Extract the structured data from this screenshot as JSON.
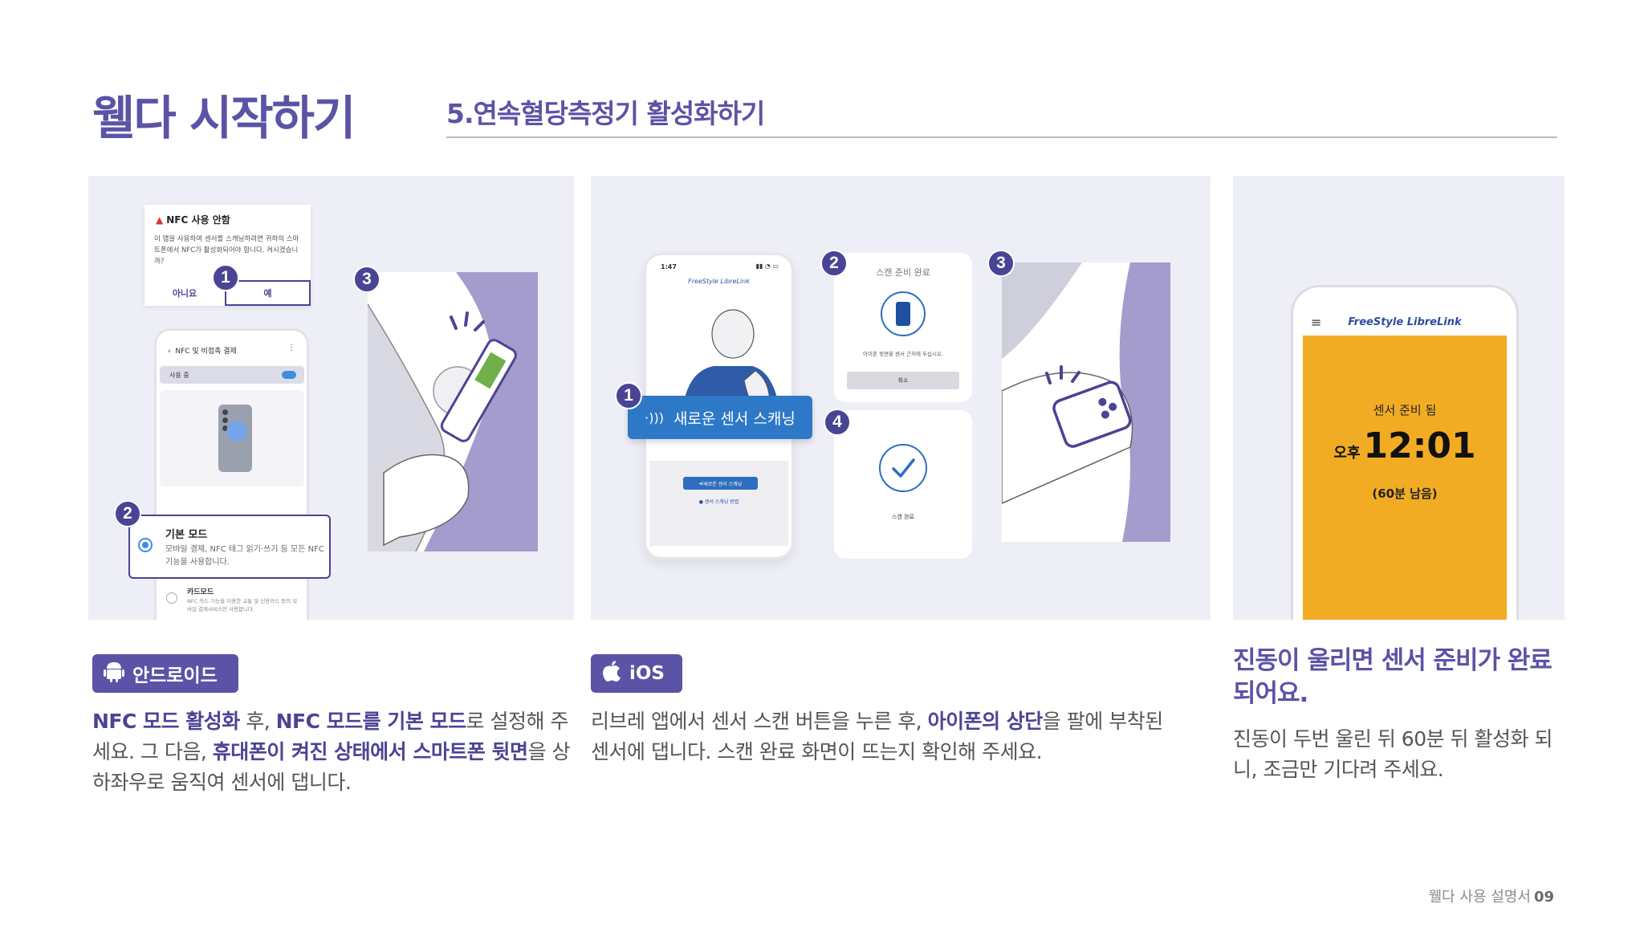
{
  "header": {
    "brand": "웰다 시작하기",
    "step": "5.연속혈당측정기 활성화하기"
  },
  "android_panel": {
    "dialog_title": "NFC 사용 안함",
    "dialog_body": "이 앱을 사용하여 센서를 스캐닝하려면 귀하의 스마트폰에서 NFC가 활성화되어야 합니다. 켜시겠습니까?",
    "dialog_no": "아니요",
    "dialog_yes": "예",
    "settings_title": "NFC 및 비접촉 결제",
    "settings_use": "사용 중",
    "basic_mode_title": "기본 모드",
    "basic_mode_desc": "모바일 결제, NFC 태그 읽기·쓰기 등 모든 NFC 기능을 사용합니다.",
    "card_mode_title": "카드모드",
    "card_mode_desc": "NFC 카드 기능을 이용한 교통 및 신용카드 등의 모바일 결제서비스만 사용합니다.",
    "steps": [
      "1",
      "2",
      "3"
    ]
  },
  "ios_panel": {
    "status_time": "1:47",
    "app_logo": "FreeStyle LibreLink",
    "scan_banner": "새로운 센서 스캐닝",
    "mini_button": "새로운 센서 스캐닝",
    "mini_link": "센서 스캐닝 방법",
    "ready_title": "스캔 준비 완료",
    "ready_desc": "아이폰 윗면을 센서 근처에 두십시오.",
    "cancel": "취소",
    "done": "스캔 완료",
    "steps": [
      "1",
      "2",
      "3",
      "4"
    ]
  },
  "ready_panel": {
    "app_logo": "FreeStyle LibreLink",
    "sensor_ready": "센서 준비 됨",
    "ampm": "오후",
    "time": "12:01",
    "remaining": "(60분 남음)"
  },
  "captions": {
    "android_badge": "안드로이드",
    "ios_badge": "iOS",
    "android_b1": "NFC 모드 활성화",
    "android_t1": " 후, ",
    "android_b2": "NFC 모드를 기본 모드",
    "android_t2": "로 설정해 주세요. 그 다음, ",
    "android_b3": "휴대폰이 켜진 상태에서 스마트폰 뒷면",
    "android_t3": "을 상하좌우로 움직여 센서에 댑니다.",
    "ios_t1": "리브레 앱에서 센서 스캔 버튼을 누른 후, ",
    "ios_b1": "아이폰의 상단",
    "ios_t2": "을 팔에 부착된 센서에 댑니다. 스캔 완료 화면이 뜨는지 확인해 주세요.",
    "ready_title": "진동이 울리면 센서 준비가 완료 되어요.",
    "ready_body": "진동이 두번 울린 뒤 60분 뒤 활성화 되니, 조금만 기다려 주세요."
  },
  "footer": {
    "label": "웰다 사용 설명서",
    "page": "09"
  },
  "colors": {
    "brand": "#5b53a6",
    "badge": "#4a4494",
    "panel_bg": "#eeeef6",
    "ready_screen": "#f2ac24",
    "scan_blue": "#2e78c8"
  }
}
